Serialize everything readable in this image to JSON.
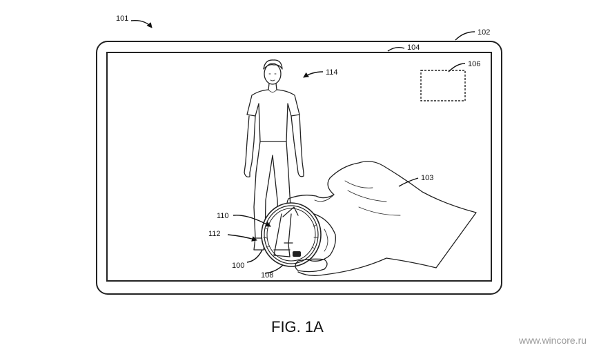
{
  "figure": {
    "caption": "FIG. 1A",
    "labels": {
      "ref_101": "101",
      "ref_102": "102",
      "ref_104": "104",
      "ref_106": "106",
      "ref_114": "114",
      "ref_103": "103",
      "ref_110": "110",
      "ref_112": "112",
      "ref_100": "100",
      "ref_108": "108"
    }
  },
  "watermark": {
    "text": "www.wincore.ru"
  }
}
